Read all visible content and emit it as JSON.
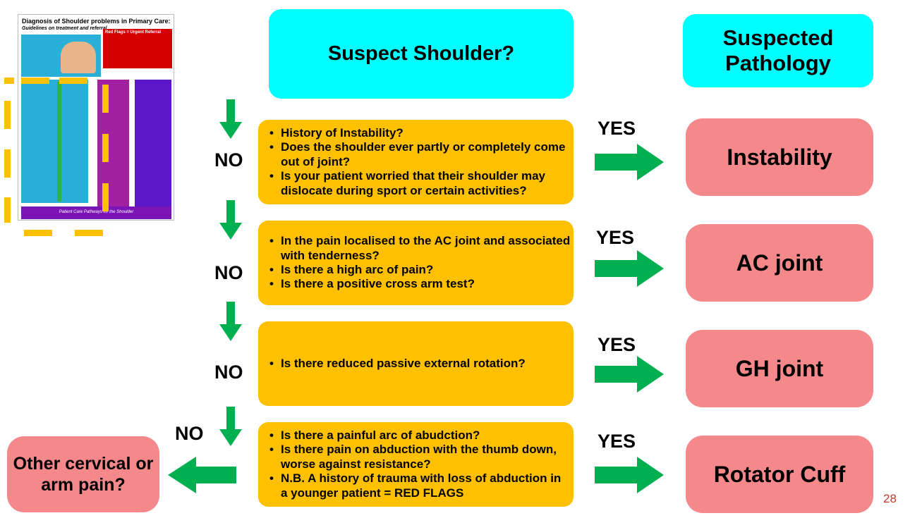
{
  "header": {
    "start_question": "Suspect Shoulder?",
    "pathology_heading": "Suspected Pathology"
  },
  "labels": {
    "yes": "YES",
    "no": "NO"
  },
  "questions": [
    {
      "items": [
        "History of Instability?",
        "Does the shoulder ever partly or completely come out of joint?",
        "Is your patient worried that their shoulder may dislocate during sport or certain activities?"
      ]
    },
    {
      "items": [
        "In the pain localised to the AC joint and associated with tenderness?",
        "Is there a high arc of pain?",
        "Is there a positive cross arm test?"
      ]
    },
    {
      "items": [
        "Is there reduced passive external rotation?"
      ]
    },
    {
      "items": [
        "Is there a painful arc of abudction?",
        "Is there pain on abduction with the thumb down, worse against resistance?",
        "N.B. A history of trauma with loss of abduction in a younger patient = RED FLAGS"
      ]
    }
  ],
  "outcomes": [
    "Instability",
    "AC joint",
    "GH joint",
    "Rotator Cuff"
  ],
  "fallback": "Other cervical or arm pain?",
  "thumbnail": {
    "title": "Diagnosis of Shoulder problems in Primary Care:",
    "subtitle": "Guidelines on treatment and referral",
    "red_flags": "Red Flags = Urgent Referral",
    "footer": "Patient Care Pathways for the Shoulder"
  },
  "page_number": "28",
  "colors": {
    "cyan": "#00ffff",
    "question_box": "#ffc000",
    "outcome_box": "#f4888a",
    "arrow_green": "#00b050",
    "page_number": "#c0392b"
  },
  "icons": [
    "arrow-down-icon",
    "arrow-right-icon",
    "arrow-left-icon"
  ]
}
